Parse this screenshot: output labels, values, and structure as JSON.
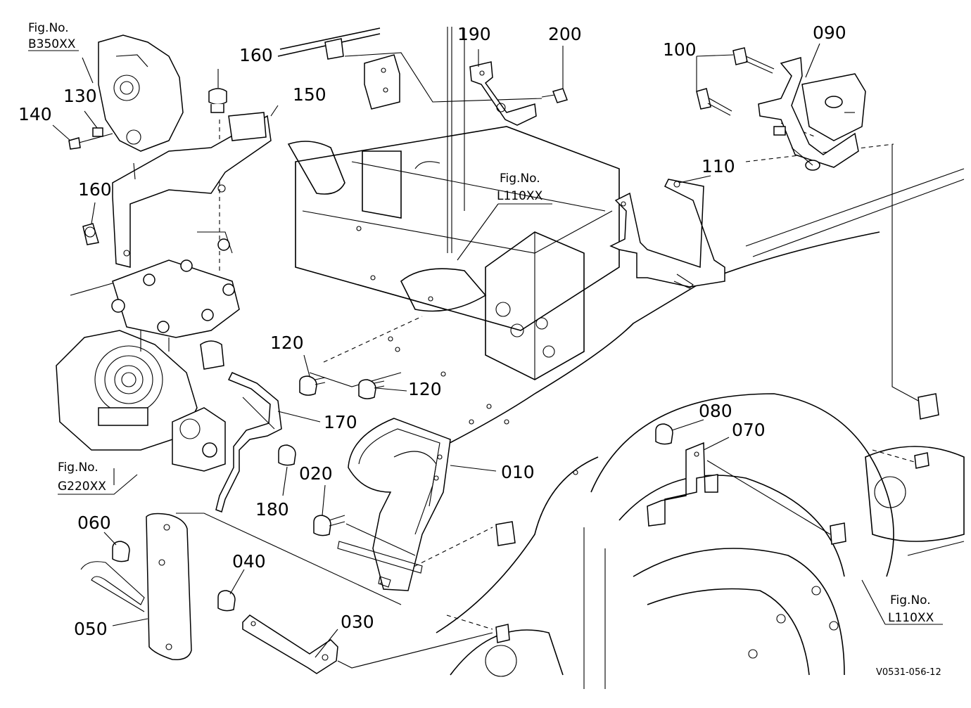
{
  "parts": [
    "160",
    "150",
    "130",
    "140",
    "160",
    "190",
    "200",
    "100",
    "090",
    "110",
    "120",
    "120",
    "170",
    "010",
    "020",
    "180",
    "080",
    "070",
    "060",
    "040",
    "050",
    "030"
  ],
  "figure_refs": [
    {
      "label": "Fig.No.",
      "code": "B350XX"
    },
    {
      "label": "Fig.No.",
      "code": "L110XX"
    },
    {
      "label": "Fig.No.",
      "code": "G220XX"
    },
    {
      "label": "Fig.No.",
      "code": "L110XX"
    }
  ],
  "diagram_code": "V0531-056-12"
}
